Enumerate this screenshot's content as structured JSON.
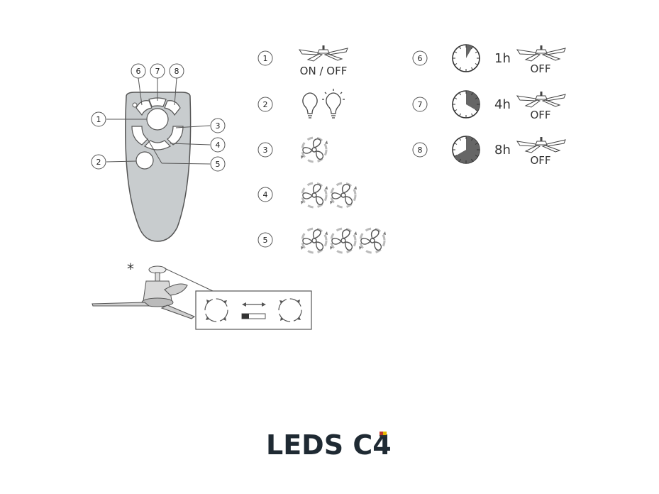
{
  "remote": {
    "callouts": [
      "1",
      "2",
      "3",
      "4",
      "5",
      "6",
      "7",
      "8"
    ]
  },
  "legend": [
    {
      "num": "1",
      "label": "ON / OFF",
      "icon": "ceiling-fan-icon"
    },
    {
      "num": "2",
      "label": "",
      "icon": "light-bulb-icon"
    },
    {
      "num": "3",
      "label": "",
      "icon": "fan-speed-1-icon"
    },
    {
      "num": "4",
      "label": "",
      "icon": "fan-speed-2-icon"
    },
    {
      "num": "5",
      "label": "",
      "icon": "fan-speed-3-icon"
    }
  ],
  "timers": [
    {
      "num": "6",
      "hours": "1h",
      "label": "OFF",
      "fraction": 0.0833
    },
    {
      "num": "7",
      "hours": "4h",
      "label": "OFF",
      "fraction": 0.3333
    },
    {
      "num": "8",
      "hours": "8h",
      "label": "OFF",
      "fraction": 0.6667
    }
  ],
  "fan_note": {
    "marker": "*"
  },
  "brand": {
    "name": "LEDS C4",
    "accent_colors": [
      "#c0392b",
      "#e6b800",
      "#333333"
    ]
  },
  "colors": {
    "remote_body": "#c8ccce",
    "outline": "#555555",
    "timer_fill": "#666666"
  }
}
